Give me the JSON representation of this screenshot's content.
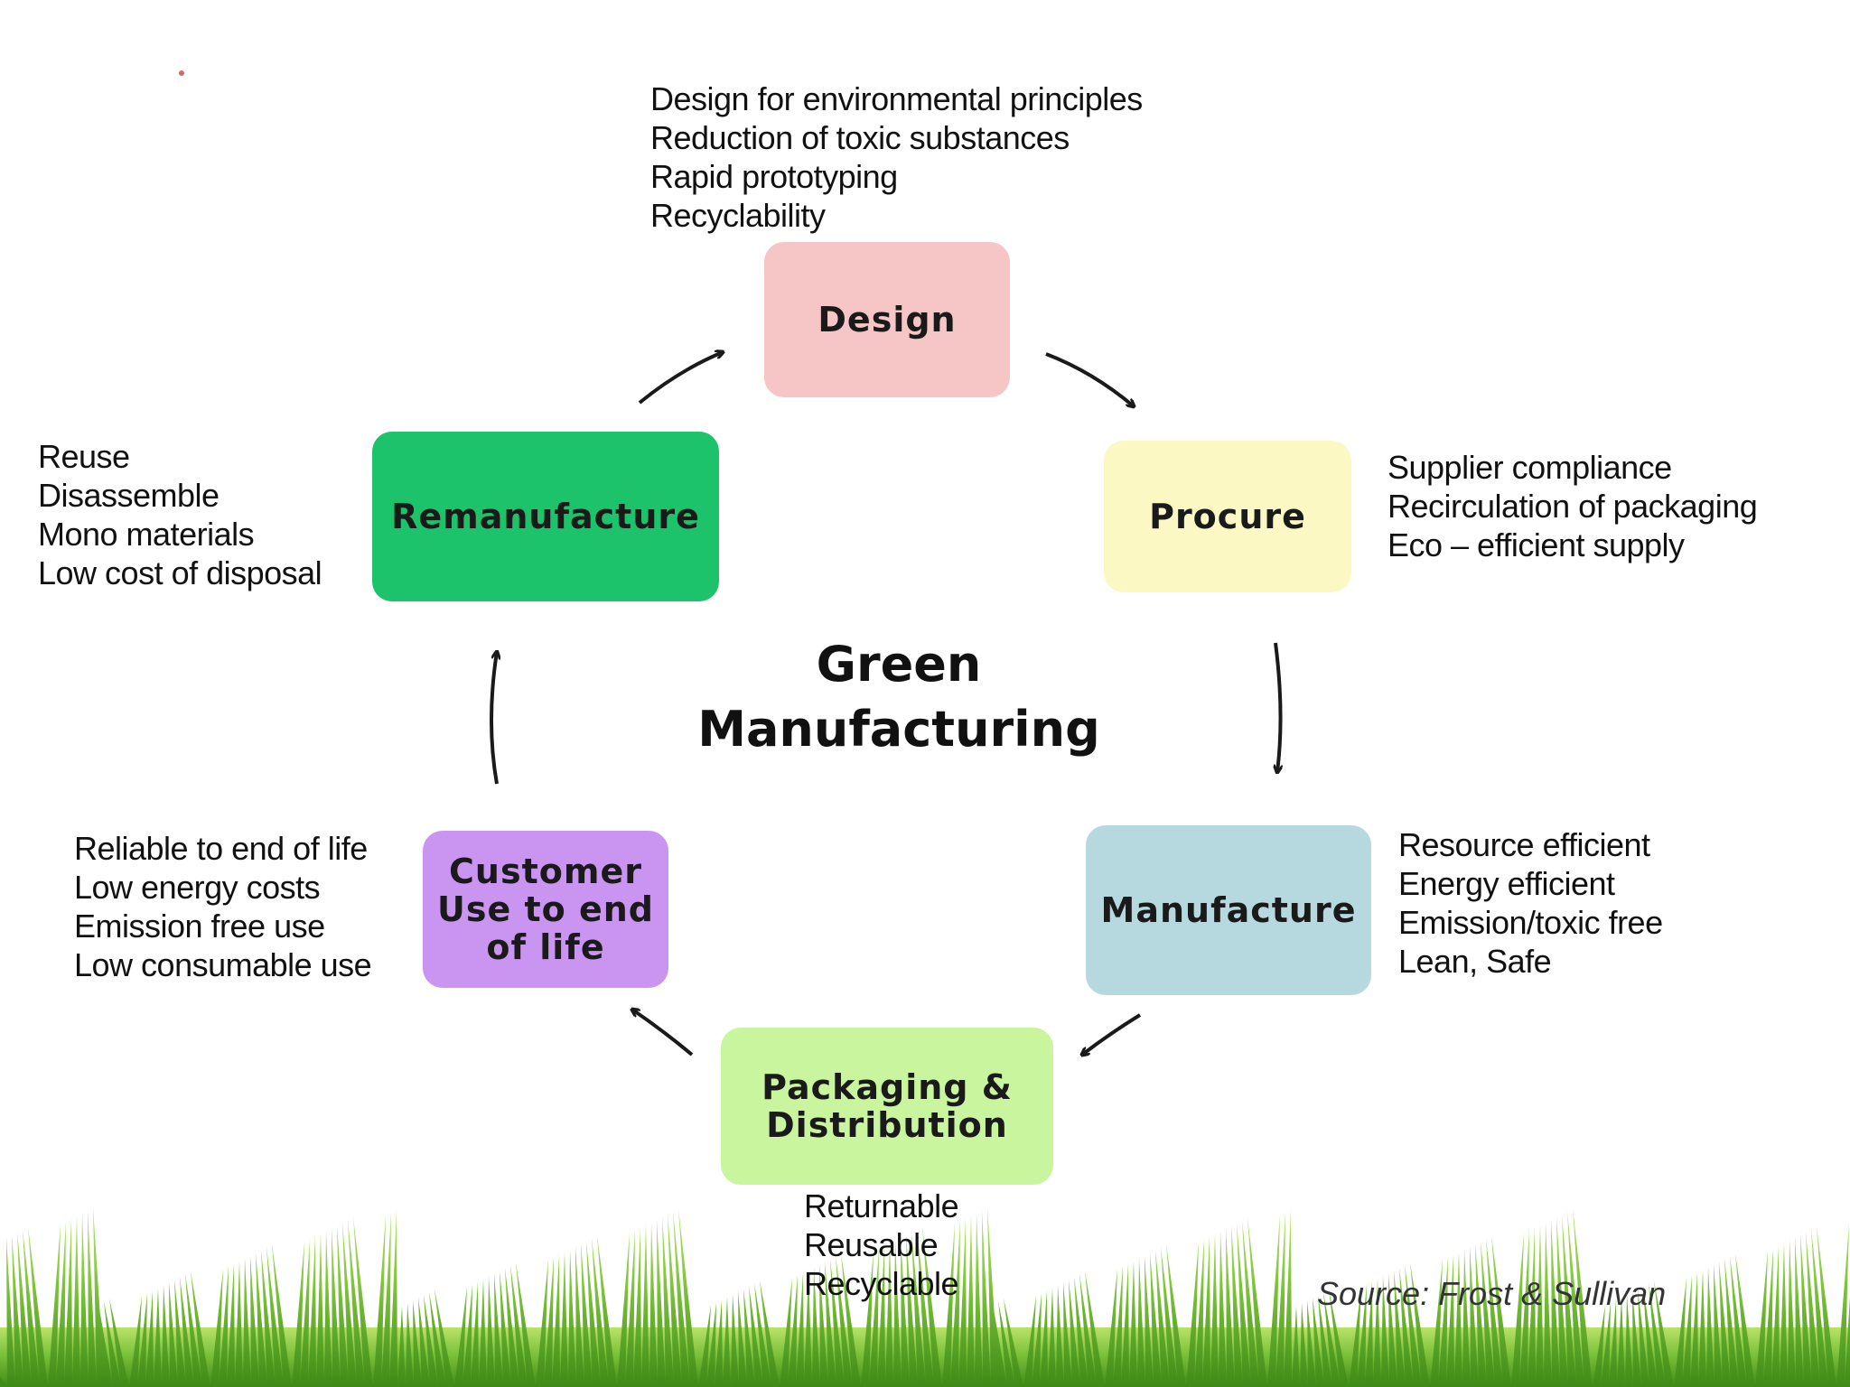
{
  "center_title": [
    "Green",
    "Manufacturing"
  ],
  "source": "Source: Frost & Sullivan",
  "nodes": [
    {
      "id": "design",
      "label": "Design",
      "color": "#f6c5c5",
      "attributes": [
        "Design for environmental principles",
        "Reduction of toxic substances",
        "Rapid prototyping",
        "Recyclability"
      ]
    },
    {
      "id": "procure",
      "label": "Procure",
      "color": "#fbf8c3",
      "attributes": [
        "Supplier compliance",
        "Recirculation of packaging",
        "Eco – efficient supply"
      ]
    },
    {
      "id": "manufacture",
      "label": "Manufacture",
      "color": "#b6d9e0",
      "attributes": [
        "Resource efficient",
        "Energy efficient",
        "Emission/toxic free",
        "Lean, Safe"
      ]
    },
    {
      "id": "packaging",
      "label": [
        "Packaging &",
        "Distribution"
      ],
      "color": "#c9f59e",
      "attributes": [
        "Returnable",
        "Reusable",
        "Recyclable"
      ]
    },
    {
      "id": "customer",
      "label": [
        "Customer",
        "Use to end",
        "of life"
      ],
      "color": "#c995f0",
      "attributes": [
        "Reliable to end of life",
        "Low energy costs",
        "Emission free use",
        "Low consumable use"
      ]
    },
    {
      "id": "remanufacture",
      "label": "Remanufacture",
      "color": "#1cc36a",
      "attributes": [
        "Reuse",
        "Disassemble",
        "Mono materials",
        "Low cost of disposal"
      ]
    }
  ],
  "colors": {
    "arrow": "#1a1a1a",
    "grass_dark": "#4f9a1c",
    "grass_light": "#9bd44a"
  }
}
